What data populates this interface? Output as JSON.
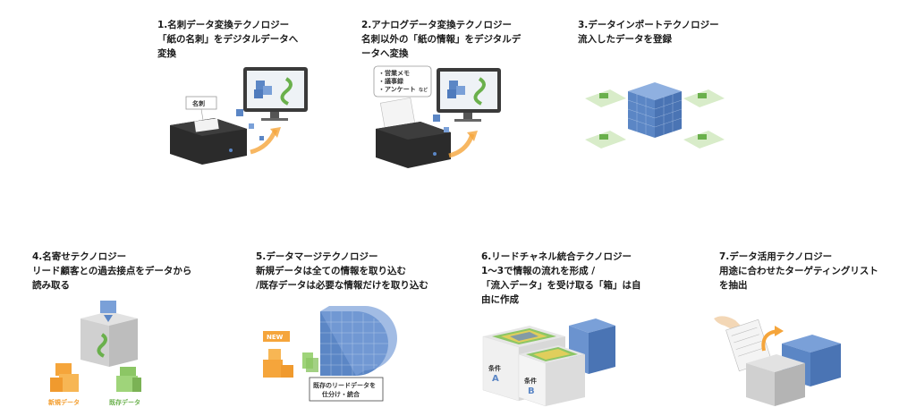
{
  "items": [
    {
      "title": "1.名刺データ変換テクノロジー",
      "desc": [
        "「紙の名刺」をデジタルデータへ",
        "変換"
      ],
      "labels": {
        "card": "名刺"
      }
    },
    {
      "title": "2.アナログデータ変換テクノロジー",
      "desc": [
        "名刺以外の「紙の情報」をデジタルデ",
        "ータへ変換"
      ],
      "labels": {
        "memo1": "・営業メモ",
        "memo2": "・議事録",
        "memo3": "・アンケート",
        "memo_suffix": "など"
      }
    },
    {
      "title": "3.データインポートテクノロジー",
      "desc": [
        "流入したデータを登録"
      ]
    },
    {
      "title": "4.名寄せテクノロジー",
      "desc": [
        "リード顧客との過去接点をデータから",
        "読み取る"
      ],
      "labels": {
        "new": "新規データ",
        "existing": "既存データ"
      }
    },
    {
      "title": "5.データマージテクノロジー",
      "desc": [
        "新規データは全ての情報を取り込む",
        "/既存データは必要な情報だけを取り込む"
      ],
      "labels": {
        "badge": "NEW",
        "callout1": "既存のリードデータを",
        "callout2": "仕分け・統合"
      }
    },
    {
      "title": "6.リードチャネル統合テクノロジー",
      "desc": [
        "1～3で情報の流れを形成 /",
        "「流入データ」を受け取る「箱」は自",
        "由に作成"
      ],
      "labels": {
        "cond": "条件",
        "a": "A",
        "b": "B"
      }
    },
    {
      "title": "7.データ活用テクノロジー",
      "desc": [
        "用途に合わせたターゲティングリスト",
        "を抽出"
      ]
    }
  ],
  "colors": {
    "blue": "#5b86c5",
    "blue_light": "#8fb0e0",
    "orange": "#f5a53b",
    "green": "#8cc665",
    "gray": "#9a9a9a"
  }
}
